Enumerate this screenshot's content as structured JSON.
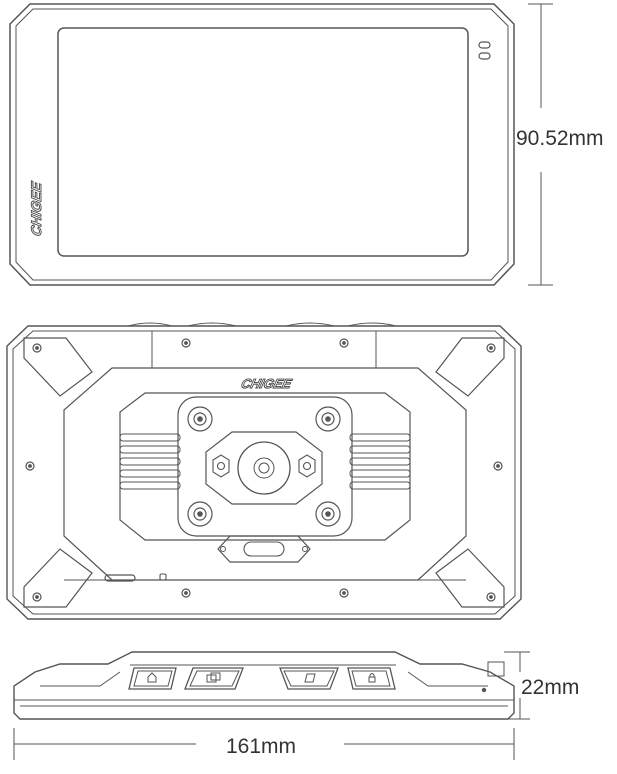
{
  "brand": {
    "logo_text": "CHIGEE"
  },
  "dimensions": {
    "height": "90.52mm",
    "width": "161mm",
    "depth": "22mm"
  },
  "colors": {
    "line": "#555555",
    "light_line": "#888888",
    "background": "#ffffff"
  }
}
